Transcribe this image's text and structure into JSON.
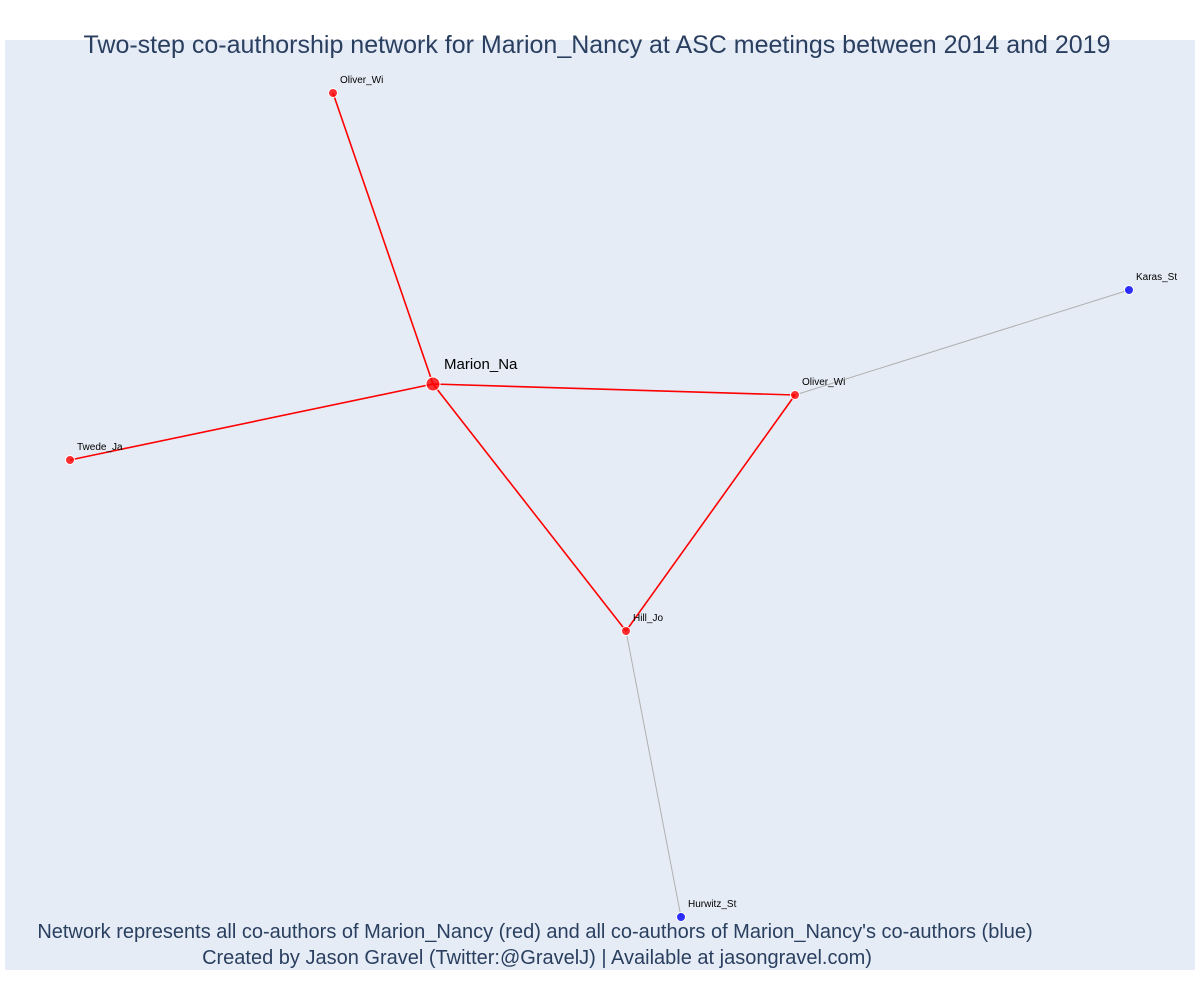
{
  "title": "Two-step co-authorship network for Marion_Nancy at ASC meetings between 2014 and 2019",
  "footer": {
    "line1": "Network represents all co-authors of Marion_Nancy (red) and all co-authors of Marion_Nancy's co-authors (blue)",
    "line2": "Created by Jason Gravel (Twitter:@GravelJ) | Available at jasongravel.com)"
  },
  "colors": {
    "plot_background": "#e5ecf6",
    "title_text": "#2a3f5f",
    "first_step": "#ff0000",
    "second_step": "#0000ff",
    "second_step_edge": "#b0b0b0",
    "node_label": "#000000"
  },
  "network": {
    "nodes": [
      {
        "id": "marion",
        "label": "Marion_Na",
        "group": "focal"
      },
      {
        "id": "oliver_top",
        "label": "Oliver_Wi",
        "group": "coauthor"
      },
      {
        "id": "oliver_right",
        "label": "Oliver_Wi",
        "group": "coauthor"
      },
      {
        "id": "twede",
        "label": "Twede_Ja",
        "group": "coauthor"
      },
      {
        "id": "hill",
        "label": "Hill_Jo",
        "group": "coauthor"
      },
      {
        "id": "karas",
        "label": "Karas_St",
        "group": "second_step"
      },
      {
        "id": "hurwitz",
        "label": "Hurwitz_St",
        "group": "second_step"
      }
    ],
    "edges": [
      {
        "source": "marion",
        "target": "oliver_top",
        "group": "first_step"
      },
      {
        "source": "marion",
        "target": "twede",
        "group": "first_step"
      },
      {
        "source": "marion",
        "target": "oliver_right",
        "group": "first_step"
      },
      {
        "source": "marion",
        "target": "hill",
        "group": "first_step"
      },
      {
        "source": "oliver_right",
        "target": "hill",
        "group": "first_step"
      },
      {
        "source": "oliver_right",
        "target": "karas",
        "group": "second_step"
      },
      {
        "source": "hill",
        "target": "hurwitz",
        "group": "second_step"
      }
    ]
  }
}
